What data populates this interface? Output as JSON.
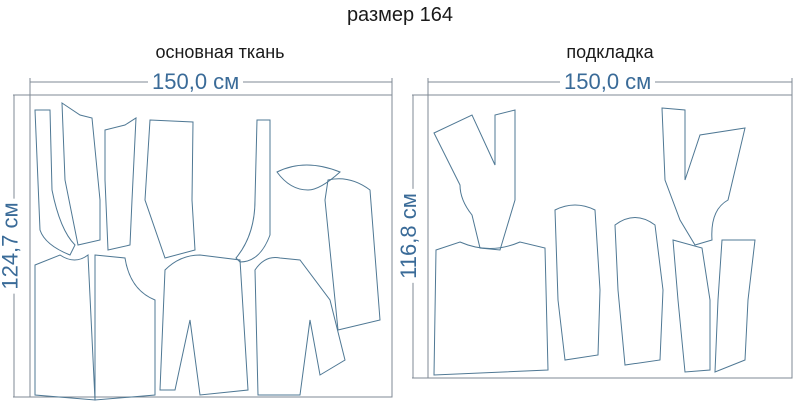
{
  "title": "размер 164",
  "panels": [
    {
      "label": "основная ткань",
      "width_dimension": "150,0 см",
      "height_dimension": "124,7 см",
      "pieces": [
        "front-facing",
        "side-front",
        "side-back",
        "sleeve-under",
        "front-facing-right",
        "collar",
        "sleeve",
        "back",
        "front-left",
        "front-right"
      ]
    },
    {
      "label": "подкладка",
      "width_dimension": "150,0 см",
      "height_dimension": "116,8 см",
      "pieces": [
        "hood-left",
        "hood-right",
        "back",
        "sleeve-1",
        "sleeve-2",
        "sleeve-3",
        "sleeve-4"
      ]
    }
  ],
  "colors": {
    "dimension_text": "#3a6b98",
    "pattern_line": "#4f7894",
    "frame_line": "#7f8a94"
  }
}
